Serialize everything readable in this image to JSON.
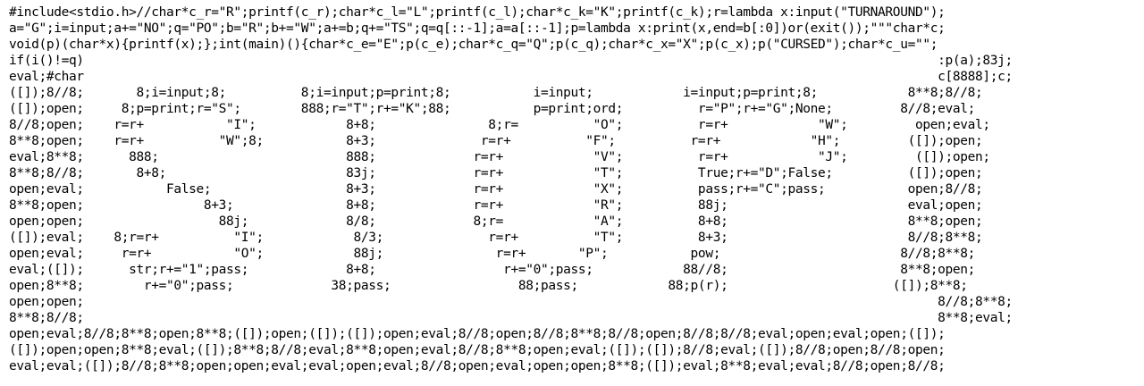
{
  "code_lines": [
    "#include<stdio.h>//char*c_r=\"R\";printf(c_r);char*c_l=\"L\";printf(c_l);char*c_k=\"K\";printf(c_k);r=lambda x:input(\"TURNAROUND\");",
    "a=\"G\";i=input;a+=\"NO\";q=\"PO\";b=\"R\";b+=\"W\";a+=b;q+=\"TS\";q=q[::-1];a=a[::-1];p=lambda x:print(x,end=b[:0])or(exit());\"\"\"char*c;",
    "void(p)(char*x){printf(x);};int(main)(){char*c_e=\"E\";p(c_e);char*c_q=\"Q\";p(c_q);char*c_x=\"X\";p(c_x);p(\"CURSED\");char*c_u=\"\";",
    "if(i()!=q)                                                                                                                  :p(a);83j;",
    "eval;#char                                                                                                                  c[8888];c;",
    "([]);8//8;       8;i=input;8;          8;i=input;p=print;8;           i=input;            i=input;p=print;8;            8**8;8//8;",
    "([]);open;     8;p=print;r=\"S\";        888;r=\"T\";r+=\"K\";88;           p=print;ord;          r=\"P\";r+=\"G\";None;         8//8;eval;",
    "8//8;open;    r=r+           \"I\";            8+8;               8;r=          \"O\";          r=r+            \"W\";         open;eval;",
    "8**8;open;    r=r+          \"W\";8;           8+3;              r=r+          \"F\";          r=r+            \"H\";         ([]);open;",
    "eval;8**8;      888;                         888;             r=r+            \"V\";          r=r+            \"J\";         ([]);open;",
    "8**8;8//8;       8+8;                        83j;             r=r+            \"T\";          True;r+=\"D\";False;          ([]);open;",
    "open;eval;           False;                  8+3;             r=r+            \"X\";          pass;r+=\"C\";pass;           open;8//8;",
    "8**8;open;                8+3;               8+8;             r=r+            \"R\";          88j;                        eval;open;",
    "open;open;                  88j;             8/8;             8;r=            \"A\";          8+8;                        8**8;open;",
    "([]);eval;    8;r=r+          \"I\";            8/3;              r=r+          \"T\";          8+3;                        8//8;8**8;",
    "open;eval;     r=r+           \"O\";            88j;               r=r+       \"P\";           pow;                        8//8;8**8;",
    "eval;([]);      str;r+=\"1\";pass;             8+8;                 r+=\"0\";pass;            88//8;                       8**8;open;",
    "open;8**8;        r+=\"0\";pass;             38;pass;                 88;pass;            88;p(r);                      ([]);8**8;",
    "open;open;                                                                                                                  8//8;8**8;",
    "8**8;8//8;                                                                                                                  8**8;eval;",
    "open;eval;8//8;8**8;open;8**8;([]);open;([]);([]);open;eval;8//8;open;8//8;8**8;8//8;open;8//8;8//8;eval;open;eval;open;([]);",
    "([]);open;open;8**8;eval;([]);8**8;8//8;eval;8**8;open;eval;8//8;8**8;open;eval;([]);([]);8//8;eval;([]);8//8;open;8//8;open;",
    "eval;eval;([]);8//8;8**8;open;open;eval;eval;open;eval;8//8;open;eval;open;open;8**8;([]);eval;8**8;eval;eval;8//8;open;8//8;"
  ]
}
